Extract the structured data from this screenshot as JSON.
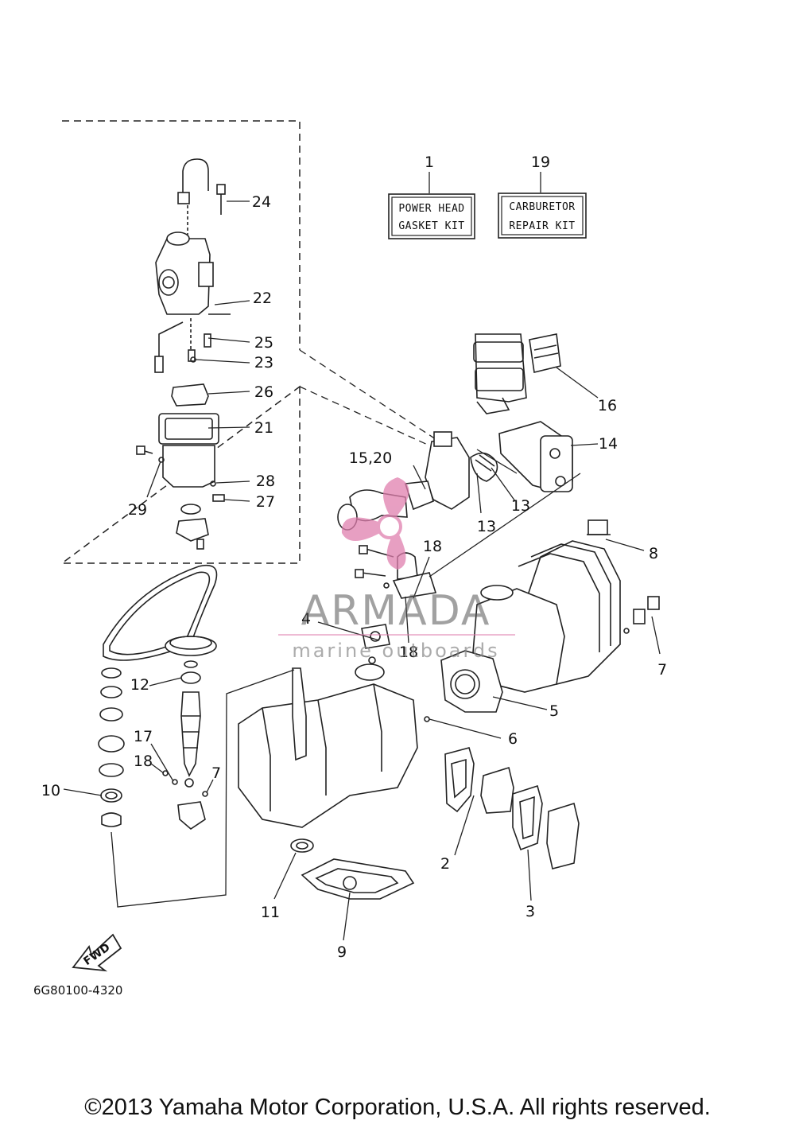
{
  "kits": [
    {
      "number": "1",
      "line1": "POWER HEAD",
      "line2": "GASKET KIT"
    },
    {
      "number": "19",
      "line1": "CARBURETOR",
      "line2": "REPAIR KIT"
    }
  ],
  "callouts": [
    {
      "id": "c2",
      "label": "2"
    },
    {
      "id": "c3",
      "label": "3"
    },
    {
      "id": "c4",
      "label": "4"
    },
    {
      "id": "c5",
      "label": "5"
    },
    {
      "id": "c6",
      "label": "6"
    },
    {
      "id": "c7a",
      "label": "7"
    },
    {
      "id": "c7b",
      "label": "7"
    },
    {
      "id": "c8",
      "label": "8"
    },
    {
      "id": "c9",
      "label": "9"
    },
    {
      "id": "c10",
      "label": "10"
    },
    {
      "id": "c11",
      "label": "11"
    },
    {
      "id": "c12",
      "label": "12"
    },
    {
      "id": "c13a",
      "label": "13"
    },
    {
      "id": "c13b",
      "label": "13"
    },
    {
      "id": "c14",
      "label": "14"
    },
    {
      "id": "c15",
      "label": "15,20"
    },
    {
      "id": "c16",
      "label": "16"
    },
    {
      "id": "c17",
      "label": "17"
    },
    {
      "id": "c18a",
      "label": "18"
    },
    {
      "id": "c18b",
      "label": "18"
    },
    {
      "id": "c18c",
      "label": "18"
    },
    {
      "id": "c21",
      "label": "21"
    },
    {
      "id": "c22",
      "label": "22"
    },
    {
      "id": "c23",
      "label": "23"
    },
    {
      "id": "c24",
      "label": "24"
    },
    {
      "id": "c25",
      "label": "25"
    },
    {
      "id": "c26",
      "label": "26"
    },
    {
      "id": "c27",
      "label": "27"
    },
    {
      "id": "c28",
      "label": "28"
    },
    {
      "id": "c29",
      "label": "29"
    }
  ],
  "watermark": {
    "brand": "ARMADA",
    "tagline": "marine outboards",
    "color": "#e07fae"
  },
  "fwd_label": "FWD",
  "diagram_id": "6G80100-4320",
  "copyright": "©2013 Yamaha Motor Corporation, U.S.A. All rights reserved."
}
